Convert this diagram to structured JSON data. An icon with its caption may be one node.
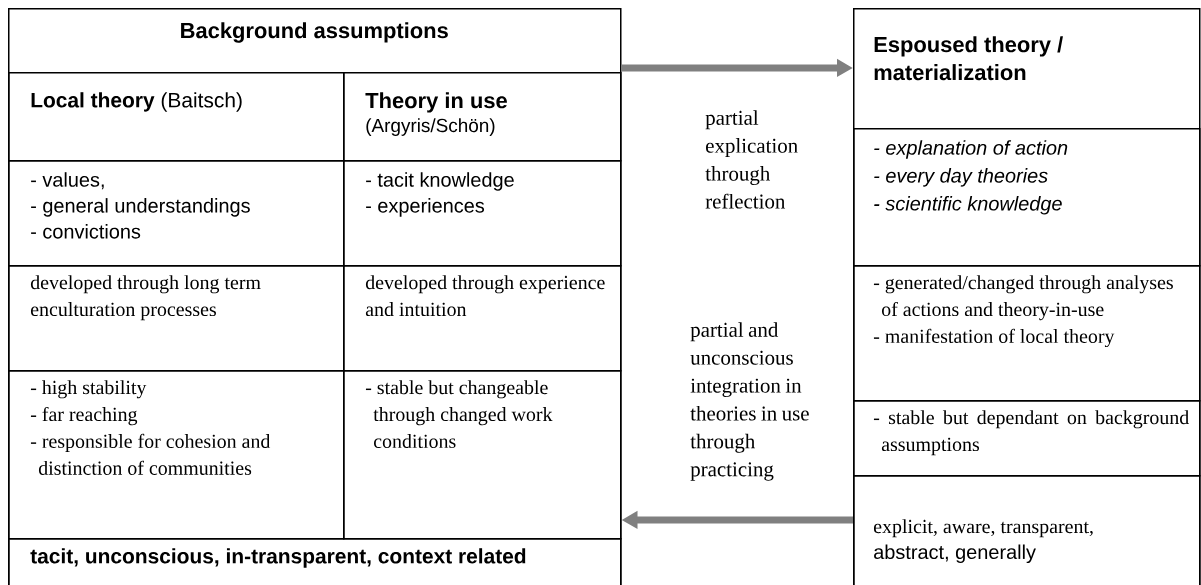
{
  "diagram": {
    "nodes": [
      {
        "text": [
          "Background assumptions"
        ]
      },
      {
        "text": [
          "**Local theory** (Baitsch)"
        ],
        "in": 0
      },
      {
        "text": [
          "Theory in use",
          "(Argyris/Schön)"
        ],
        "in": 0
      },
      {
        "text": [
          "- values,",
          "- general understandings",
          "- convictions"
        ],
        "in": 0
      },
      {
        "text": [
          "- tacit knowledge",
          "- experiences"
        ],
        "in": 0
      },
      {
        "text": [
          "developed through long term enculturation processes"
        ],
        "in": 0
      },
      {
        "text": [
          "developed through experience and intuition"
        ],
        "in": 0
      },
      {
        "text": [
          "- high stability",
          "- far reaching",
          "- responsible for cohesion and distinction of communities"
        ],
        "in": 0
      },
      {
        "text": [
          "- stable but changeable through changed work conditions"
        ],
        "in": 0
      },
      {
        "text": [
          "tacit, unconscious, in-transparent, context related"
        ],
        "in": 0
      },
      {
        "text": [
          "Espoused theory / materialization"
        ]
      },
      {
        "text": [
          "- explanation of action",
          "- every day theories",
          "- scientific knowledge"
        ],
        "in": 10
      },
      {
        "text": [
          "- generated/changed through analyses of actions and theory-in-use",
          "- manifestation of local theory"
        ],
        "in": 10
      },
      {
        "text": [
          "- stable but dependant on background assumptions"
        ],
        "in": 10
      },
      {
        "text": [
          "explicit, aware, transparent,",
          "abstract, generally"
        ],
        "in": 10
      }
    ],
    "edges": [
      {
        "from": 0,
        "to": 10,
        "arrow": "to",
        "label": "partial explication through reflection"
      },
      {
        "from": 10,
        "to": 0,
        "arrow": "to",
        "label": "partial and unconscious integration in theories in use through practicing"
      }
    ]
  }
}
